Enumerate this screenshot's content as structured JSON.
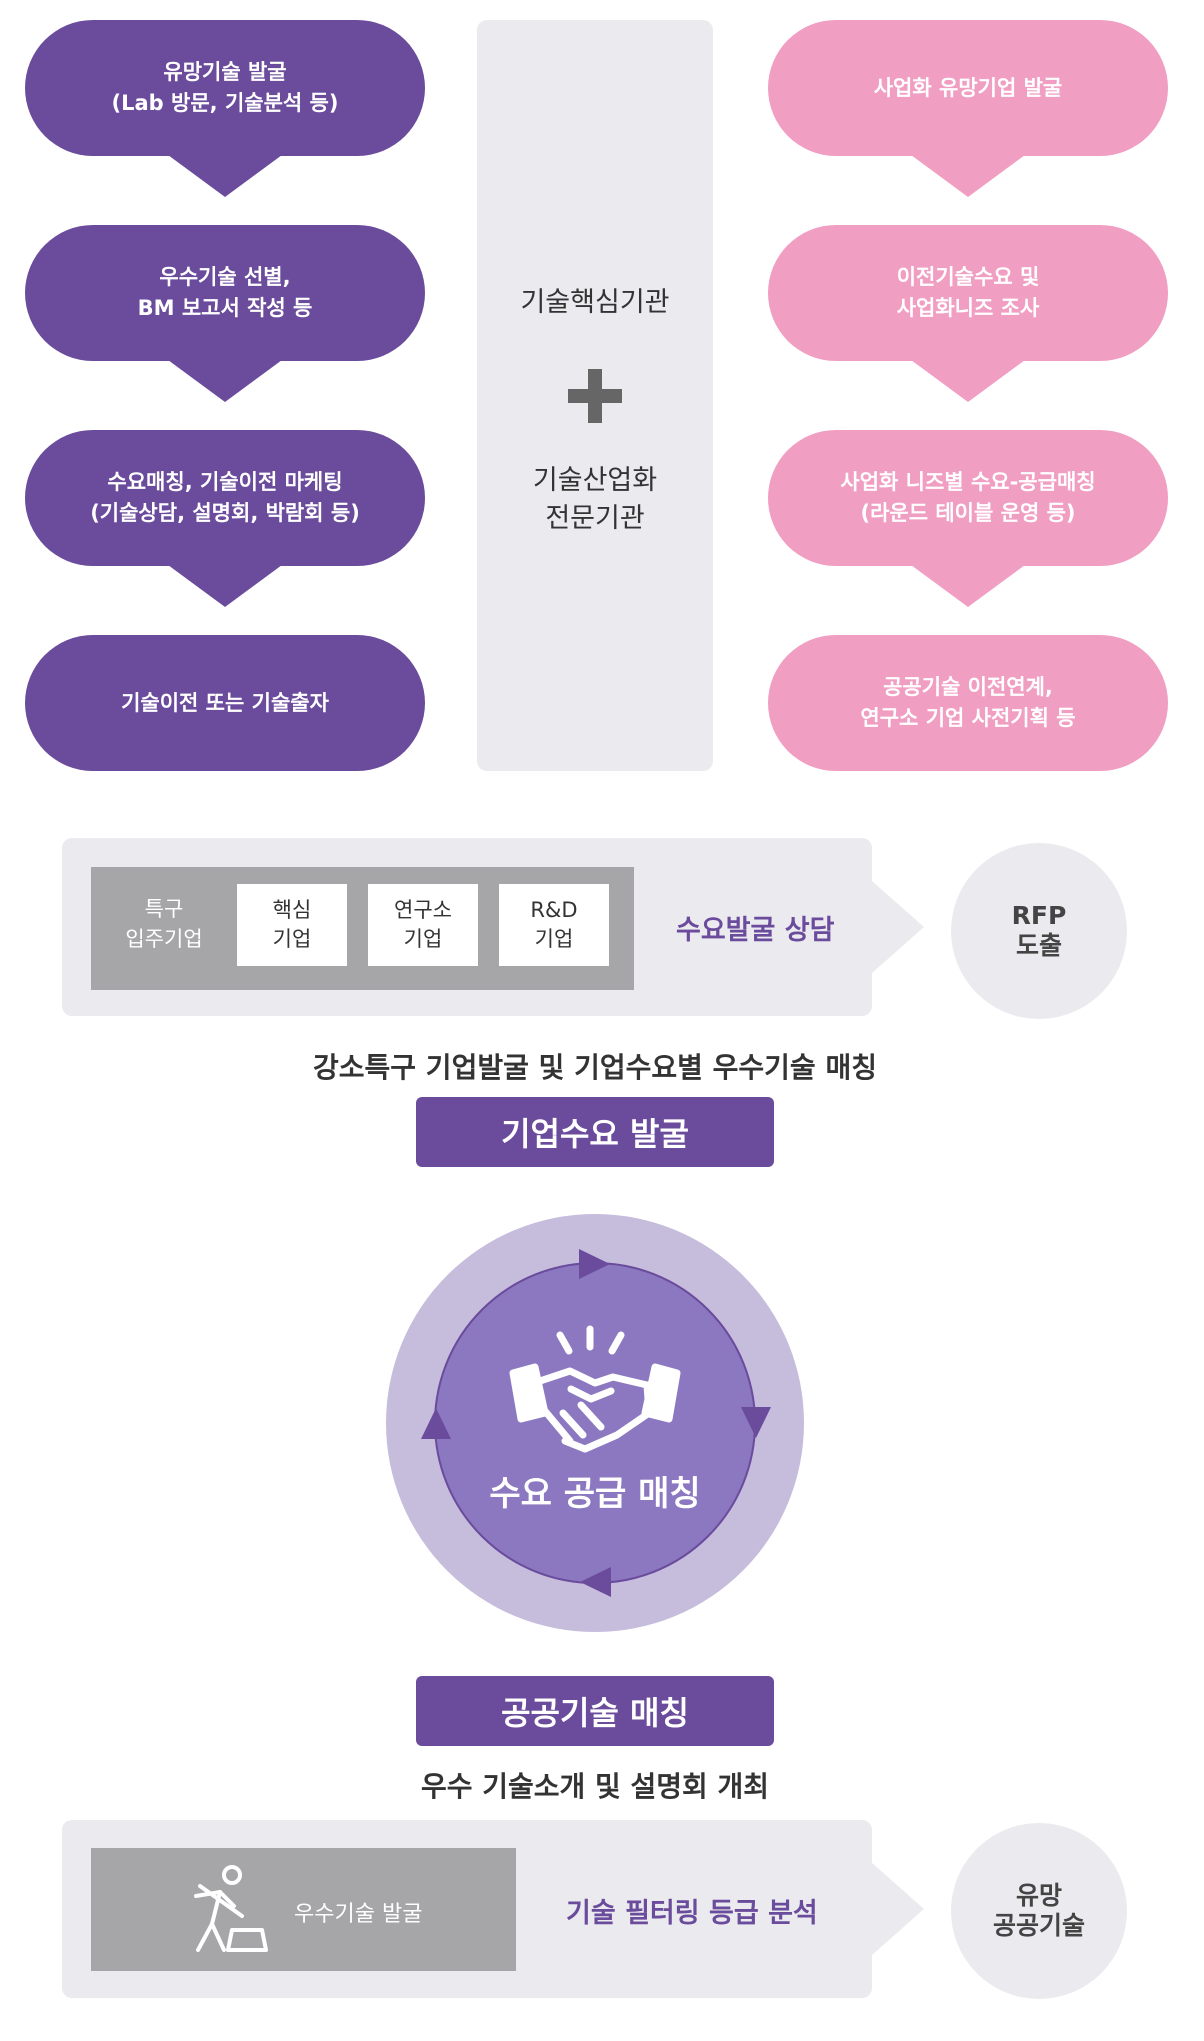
{
  "left_steps": [
    "유망기술 발굴\n(Lab 방문, 기술분석 등)",
    "우수기술 선별,\nBM 보고서 작성 등",
    "수요매칭, 기술이전 마케팅\n(기술상담, 설명회, 박람회 등)",
    "기술이전 또는 기술출자"
  ],
  "right_steps": [
    "사업화 유망기업 발굴",
    "이전기술수요 및\n사업화니즈 조사",
    "사업화 니즈별 수요-공급매칭\n(라운드 테이블 운영 등)",
    "공공기술 이전연계,\n연구소 기업 사전기획 등"
  ],
  "center": {
    "top_label": "기술핵심기관",
    "bottom_label": "기술산업화\n전문기관"
  },
  "demand_flow": {
    "group_label": "특구\n입주기업",
    "boxes": [
      "핵심\n기업",
      "연구소\n기업",
      "R&D\n기업"
    ],
    "action": "수요발굴 상담",
    "result": "RFP\n도출"
  },
  "demand_caption": "강소특구 기업발굴 및 기업수요별 우수기술 매칭",
  "demand_banner": "기업수요 발굴",
  "matching": {
    "label": "수요 공급 매칭",
    "icon": "handshake-icon"
  },
  "public_banner": "공공기술 매칭",
  "public_caption": "우수 기술소개 및 설명회 개최",
  "tech_flow": {
    "box_label": "우수기술 발굴",
    "box_icon": "digging-worker-icon",
    "action": "기술 필터링 등급 분석",
    "result": "유망\n공공기술"
  },
  "colors": {
    "purple": "#6a4b9c",
    "pink": "#f19ec3",
    "panel_gray": "#ebebef",
    "box_gray": "#a6a6a8",
    "ring_outer": "#c6bcdc",
    "ring_inner": "#8b78c0"
  }
}
